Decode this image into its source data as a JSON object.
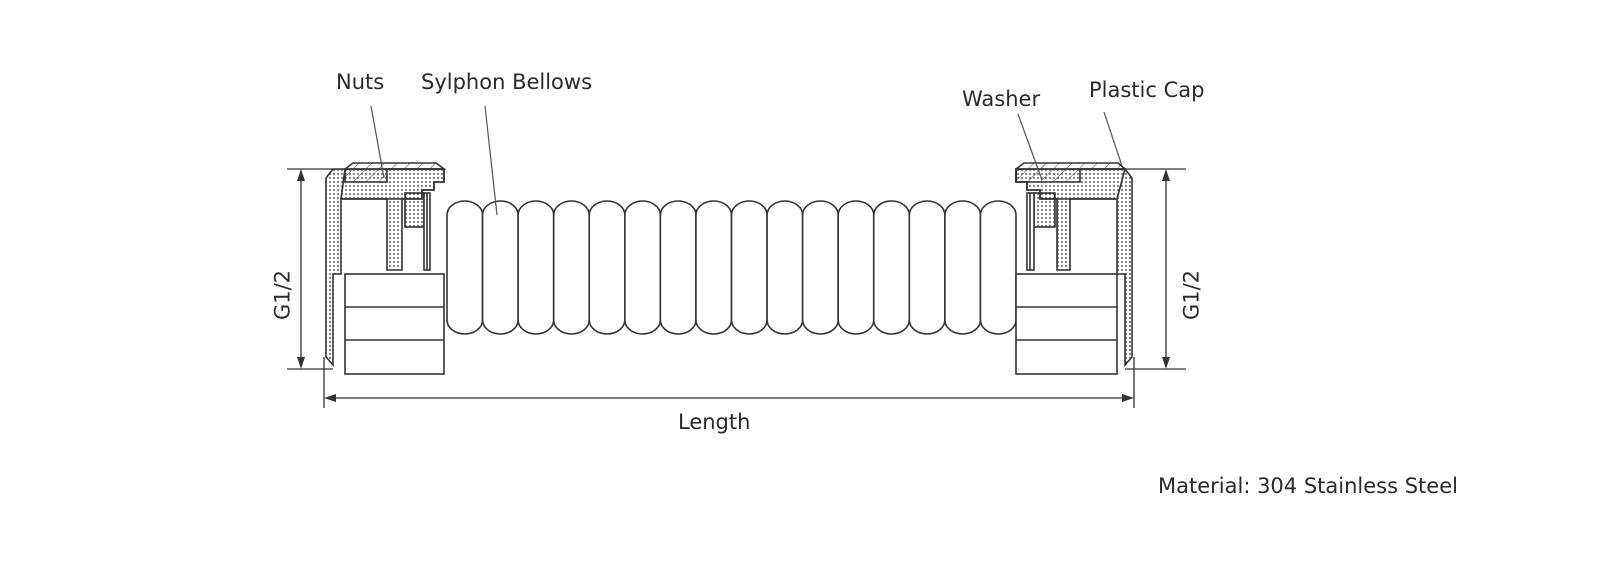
{
  "labels": {
    "nuts": "Nuts",
    "bellows": "Sylphon Bellows",
    "washer": "Washer",
    "plastic_cap": "Plastic Cap",
    "length": "Length",
    "thread_left": "G1/2",
    "thread_right": "G1/2",
    "material": "Material: 304 Stainless Steel"
  },
  "colors": {
    "line": "#333333",
    "background": "#ffffff"
  }
}
